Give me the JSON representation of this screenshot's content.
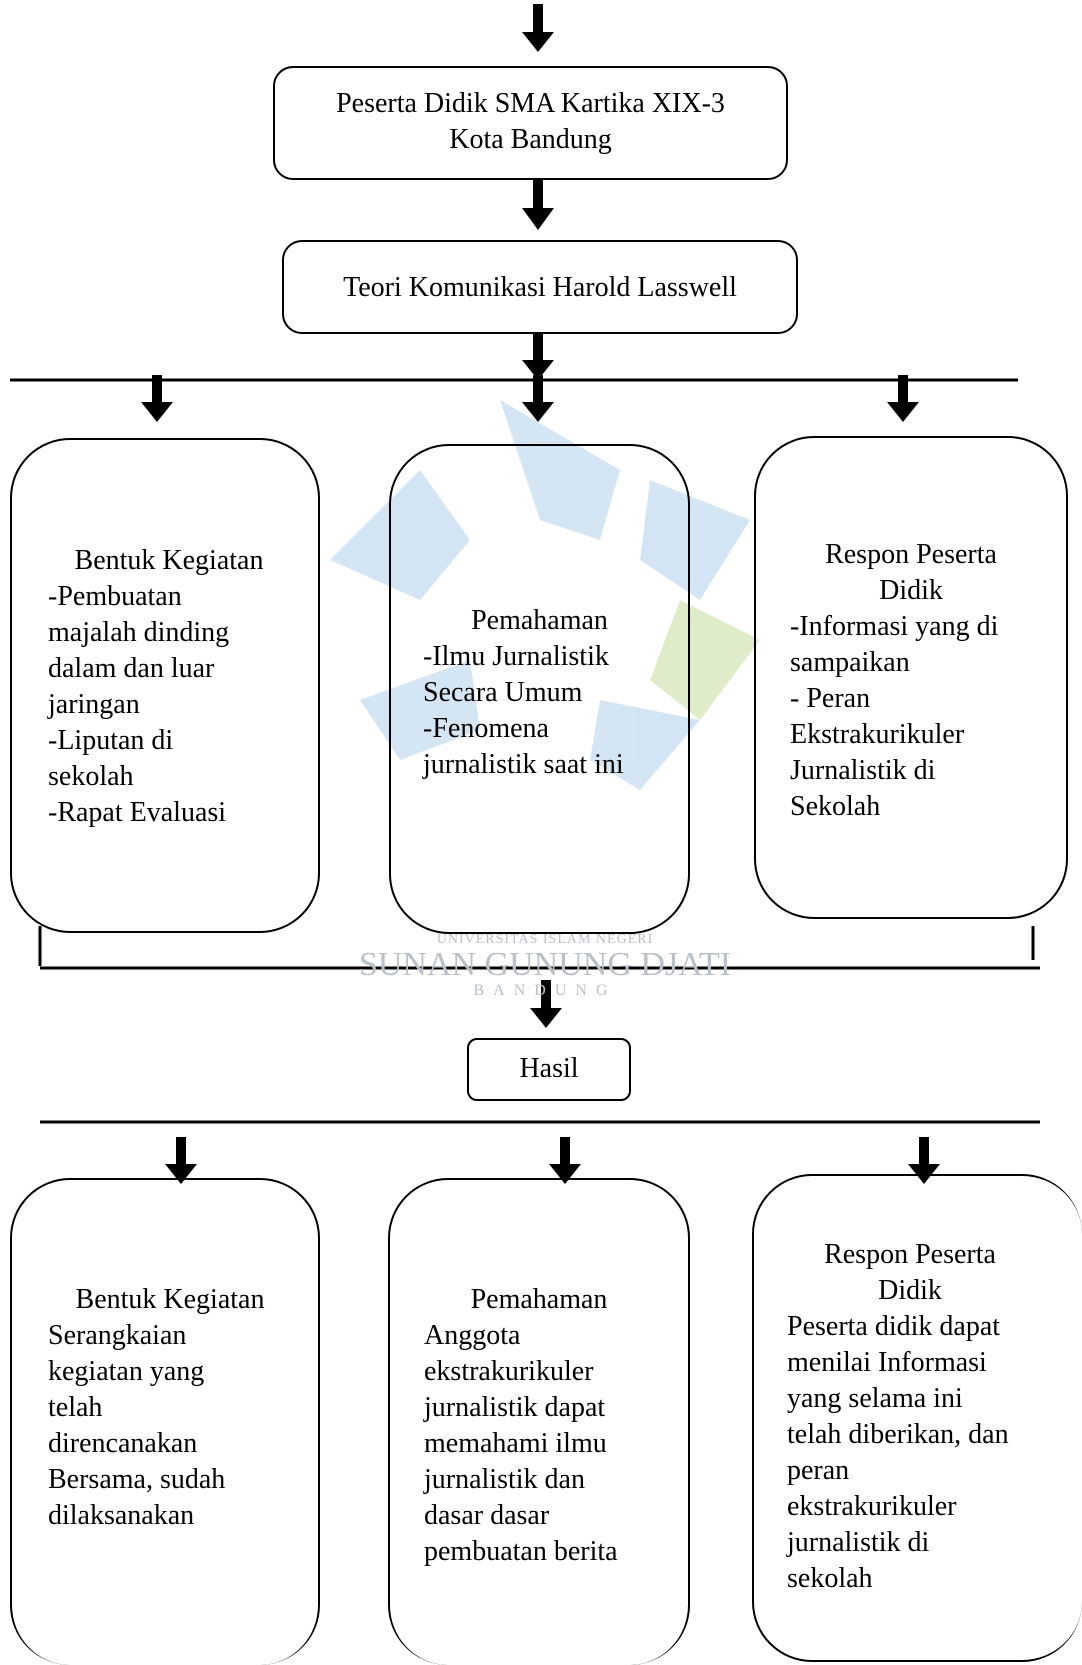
{
  "top_box": {
    "text": "Peserta Didik SMA Kartika XIX-3\nKota Bandung"
  },
  "theory_box": {
    "text": "Teori Komunikasi Harold Lasswell"
  },
  "row1": {
    "left": {
      "title": "Bentuk Kegiatan",
      "body": "-Pembuatan\nmajalah dinding\ndalam dan luar\njaringan\n-Liputan di\nsekolah\n-Rapat Evaluasi"
    },
    "middle": {
      "title": "Pemahaman",
      "body": "-Ilmu Jurnalistik\nSecara Umum\n-Fenomena\njurnalistik saat ini"
    },
    "right": {
      "title": "Respon Peserta\nDidik",
      "body": "-Informasi yang di\nsampaikan\n- Peran\nEkstrakurikuler\nJurnalistik di\nSekolah"
    }
  },
  "result_box": {
    "text": "Hasil"
  },
  "row2": {
    "left": {
      "title": "Bentuk Kegiatan",
      "body": "Serangkaian\nkegiatan yang\ntelah\ndirencanakan\nBersama, sudah\ndilaksanakan"
    },
    "middle": {
      "title": "Pemahaman",
      "body": "Anggota\nekstrakurikuler\njurnalistik dapat\nmemahami ilmu\njurnalistik dan\ndasar dasar\npembuatan berita"
    },
    "right": {
      "title": "Respon Peserta\nDidik",
      "body": "Peserta didik dapat\nmenilai Informasi\nyang selama ini\ntelah diberikan, dan\nperan\nekstrakurikuler\njurnalistik di\nsekolah"
    }
  },
  "watermark": {
    "line1": "UNIVERSITAS ISLAM NEGERI",
    "line2": "SUNAN GUNUNG DJATI",
    "line3": "BANDUNG"
  },
  "colors": {
    "stroke": "#000000",
    "watermark_blue": "#cfe3f3",
    "watermark_green": "#dcebc4",
    "watermark_text": "#b9c0c8"
  }
}
